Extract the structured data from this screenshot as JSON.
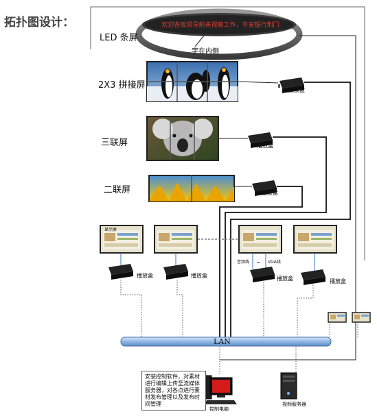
{
  "title": "拓扑图设计：",
  "led": {
    "label": "LED 条屏",
    "scroll_text": "欢迎各级领导前来视察工作，平安银行荆门",
    "callout": "字在内侧"
  },
  "screens": [
    {
      "label": "2X3 拼接屏",
      "box": "播放盒"
    },
    {
      "label": "三联屏",
      "box": "播放盒"
    },
    {
      "label": "二联屏",
      "box": "播放盒"
    }
  ],
  "bottom_boxes": [
    "播放盒",
    "播放盒",
    "播放盒",
    "播放盒"
  ],
  "monitor_caption": "显示屏",
  "cable_labels": {
    "audio": "音频线",
    "vga": "VGA线"
  },
  "lan": "LAN",
  "note": "安装控制软件，对素材进行编辑上传至流媒体服务器，对各点进行素材发布管理以及发布时间管理",
  "pc_label": "控制电脑",
  "server_label": "视频服务器"
}
